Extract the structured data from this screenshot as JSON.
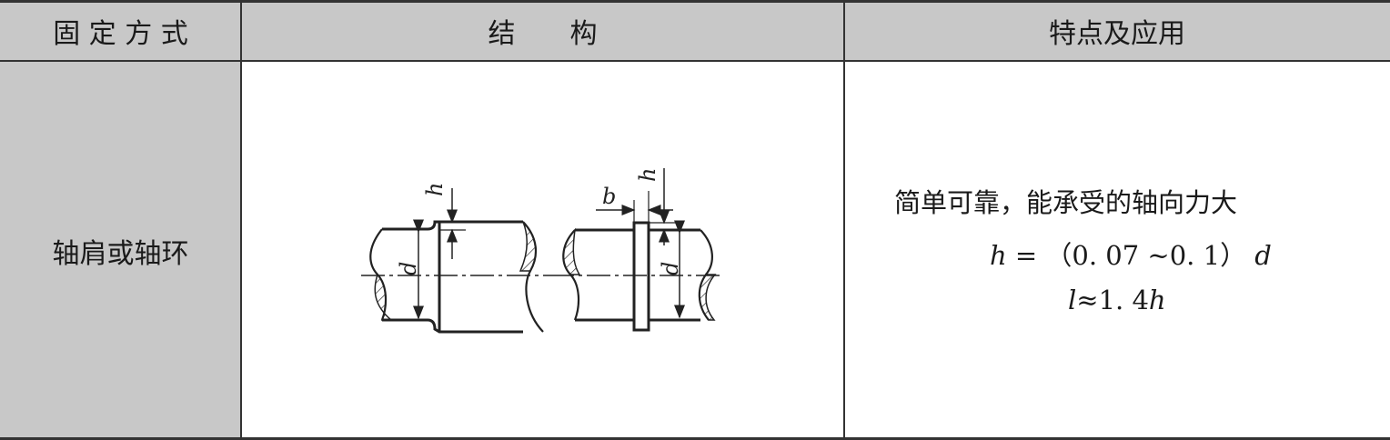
{
  "header": {
    "col1": "固 定 方 式",
    "col2": "结　　构",
    "col3": "特点及应用"
  },
  "row": {
    "method": "轴肩或轴环",
    "features": {
      "line1": "简单可靠，能承受的轴向力大",
      "line2_var": "h",
      "line2_expr": " = （0. 07 ~0. 1） ",
      "line2_end": "d",
      "line3_var": "l",
      "line3_expr": "≈1. 4",
      "line3_end": "h"
    }
  },
  "drawing": {
    "labels": {
      "h_left": "h",
      "d_left": "d",
      "b_right": "b",
      "h_right": "h",
      "d_right": "d"
    }
  }
}
